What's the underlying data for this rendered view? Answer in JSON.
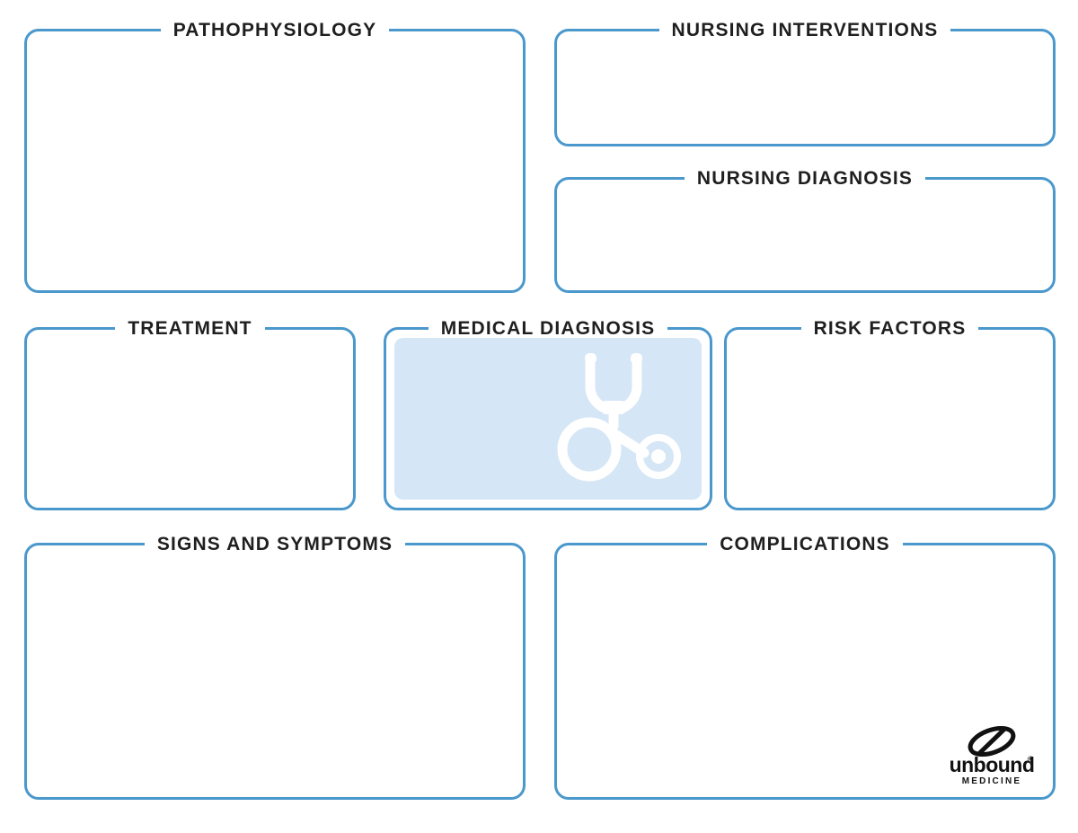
{
  "page": {
    "kind": "nursing-concept-map-worksheet",
    "background_color": "#ffffff",
    "border_color": "#4a98cc",
    "title_color": "#1f1f1f",
    "panel_fill_color": "#d5e6f6",
    "icon_color": "#ffffff",
    "logo_color": "#111111"
  },
  "boxes": [
    {
      "id": "pathophysiology",
      "title": "PATHOPHYSIOLOGY",
      "content": ""
    },
    {
      "id": "nursing-interventions",
      "title": "NURSING INTERVENTIONS",
      "content": ""
    },
    {
      "id": "nursing-diagnosis",
      "title": "NURSING DIAGNOSIS",
      "content": ""
    },
    {
      "id": "treatment",
      "title": "TREATMENT",
      "content": ""
    },
    {
      "id": "medical-diagnosis",
      "title": "MEDICAL DIAGNOSIS",
      "content": ""
    },
    {
      "id": "risk-factors",
      "title": "RISK FACTORS",
      "content": ""
    },
    {
      "id": "signs-and-symptoms",
      "title": "SIGNS AND SYMPTOMS",
      "content": ""
    },
    {
      "id": "complications",
      "title": "COMPLICATIONS",
      "content": ""
    }
  ],
  "icons": {
    "medical_diagnosis": "stethoscope-icon"
  },
  "logo": {
    "name": "unbound-medicine-logo",
    "wordmark": "unbound",
    "registered_mark": "®",
    "subtitle": "MEDICINE"
  }
}
